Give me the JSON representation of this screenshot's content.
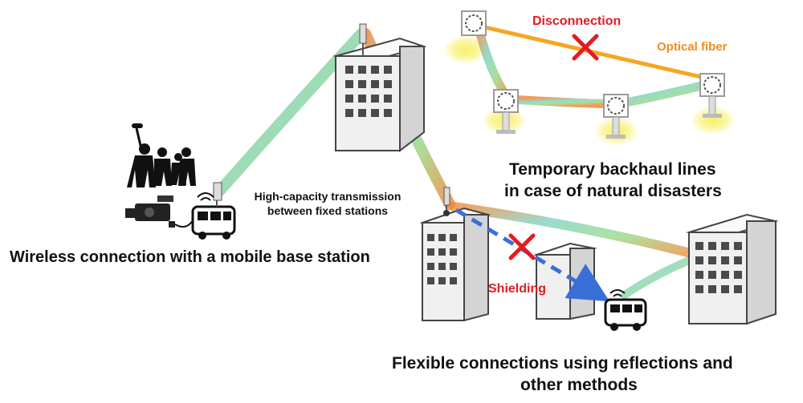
{
  "labels": {
    "disconnection": "Disconnection",
    "optical_fiber": "Optical fiber",
    "temporary_backhaul_line1": "Temporary backhaul lines",
    "temporary_backhaul_line2": "in case of natural disasters",
    "high_capacity_line1": "High-capacity transmission",
    "high_capacity_line2": "between fixed stations",
    "wireless_connection": "Wireless connection with a mobile base station",
    "shielding": "Shielding",
    "flexible_line1": "Flexible connections using reflections and",
    "flexible_line2": "other methods"
  },
  "colors": {
    "alert_red": "#e31b23",
    "fiber_orange": "#f5a623",
    "fiber_label": "#f08c1a",
    "reflection_arrow": "#3a6fd8",
    "beam_teal": "#7fd3c4",
    "beam_orange": "#f08a3a",
    "glow_yellow": "#f7f06a",
    "building_fill": "#f0f0f0",
    "window": "#4a4a4a"
  },
  "icons": [
    "building-icon",
    "antenna-icon",
    "mobile-base-station-bus-icon",
    "video-camera-icon",
    "camera-crew-silhouette-icon",
    "streetlight-antenna-icon",
    "disconnection-cross-icon",
    "shielding-cross-icon",
    "wifi-signal-icon"
  ]
}
